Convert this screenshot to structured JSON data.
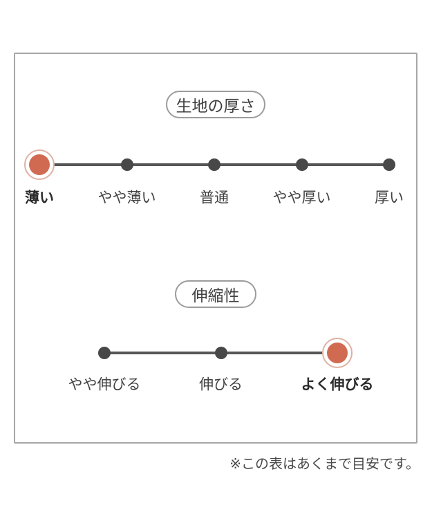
{
  "figure": {
    "scales": [
      {
        "title": "生地の厚さ",
        "selected_index": 0,
        "options": [
          {
            "label": "薄い",
            "selected": true
          },
          {
            "label": "やや薄い",
            "selected": false
          },
          {
            "label": "普通",
            "selected": false
          },
          {
            "label": "やや厚い",
            "selected": false
          },
          {
            "label": "厚い",
            "selected": false
          }
        ]
      },
      {
        "title": "伸縮性",
        "selected_index": 2,
        "options": [
          {
            "label": "やや伸びる",
            "selected": false
          },
          {
            "label": "伸びる",
            "selected": false
          },
          {
            "label": "よく伸びる",
            "selected": true
          }
        ]
      }
    ],
    "footnote": "※この表はあくまで目安です。"
  },
  "colors": {
    "selected_fill": "#d06b51",
    "selected_ring": "#ddb2a4",
    "dot": "#484848",
    "track": "#565656",
    "label_text": "#404040",
    "selected_label_text": "#2b2b2b",
    "pill_border": "#9c9c9c",
    "panel_border": "#a6a6a6",
    "footnote_text": "#4a4a4a",
    "background": "#ffffff"
  },
  "icons": {
    "selected_marker": "filled-circle-with-ring-icon",
    "unselected_marker": "filled-dot-icon"
  }
}
